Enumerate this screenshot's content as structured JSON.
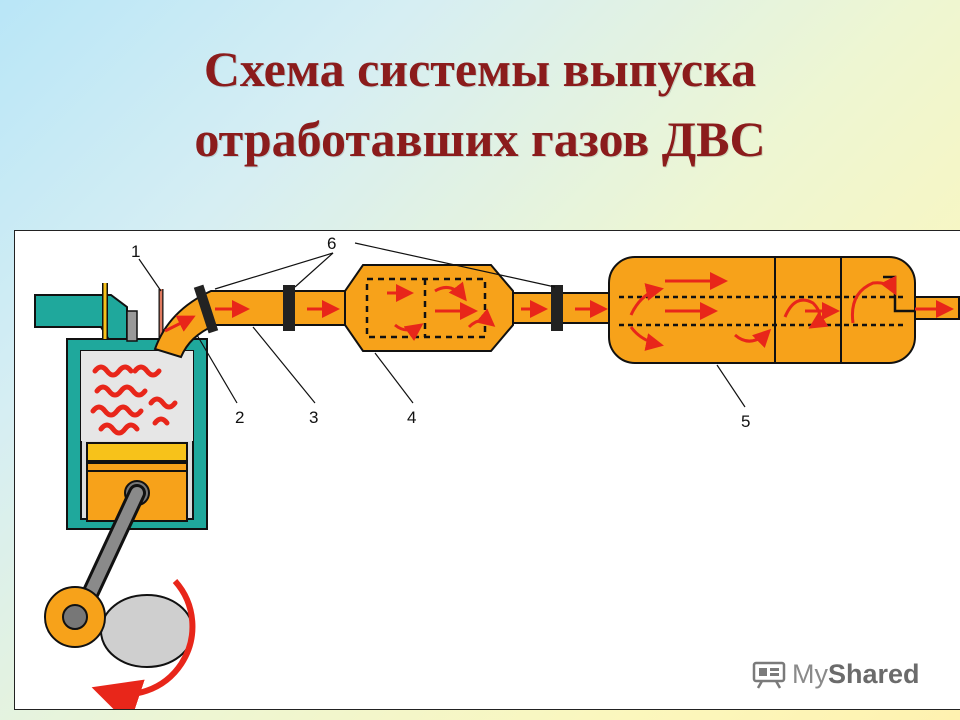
{
  "title": {
    "line1": "Схема системы выпуска",
    "line2": "отработавших газов  ДВС"
  },
  "diagram": {
    "labels": [
      "1",
      "2",
      "3",
      "4",
      "5",
      "6"
    ]
  },
  "watermark": {
    "brand_prefix": "My",
    "brand_suffix": "Shared",
    "icon": "projector-icon"
  },
  "colors": {
    "title": "#8b1c1c",
    "pipe": "#f7a21a",
    "gas_flow": "#e8261a",
    "manifold": "#1fa89c",
    "cylinder": "#1fa89c"
  }
}
